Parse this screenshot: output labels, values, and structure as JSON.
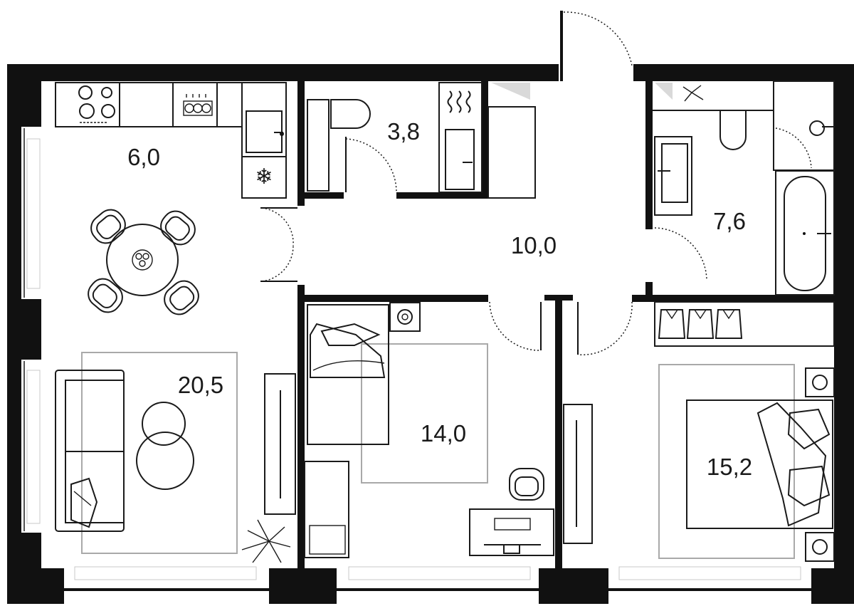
{
  "rooms": [
    {
      "id": "kitchen",
      "area": "6,0"
    },
    {
      "id": "wc",
      "area": "3,8"
    },
    {
      "id": "hall",
      "area": "10,0"
    },
    {
      "id": "bathroom",
      "area": "7,6"
    },
    {
      "id": "living",
      "area": "20,5"
    },
    {
      "id": "bedroom-small",
      "area": "14,0"
    },
    {
      "id": "bedroom-master",
      "area": "15,2"
    }
  ],
  "colors": {
    "wall": "#111111",
    "line": "#1a1a1a",
    "furniture_outline": "#a9a9a9"
  }
}
